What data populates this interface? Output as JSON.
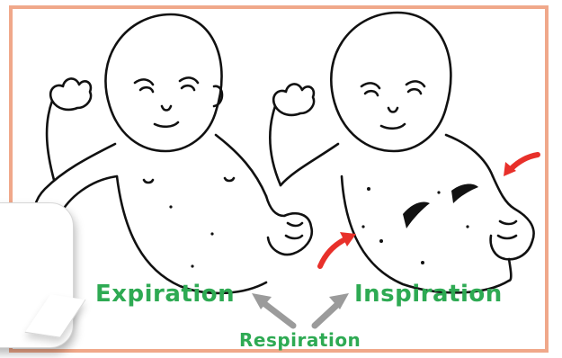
{
  "labels": {
    "expiration": "Expiration",
    "inspiration": "Inspiration",
    "respiration": "Respiration"
  },
  "colors": {
    "frame": "#f0a88a",
    "label_text": "#2eaa53",
    "grey_arrow": "#9b9b9b",
    "red_arrow": "#e8302a",
    "ink": "#111111"
  }
}
